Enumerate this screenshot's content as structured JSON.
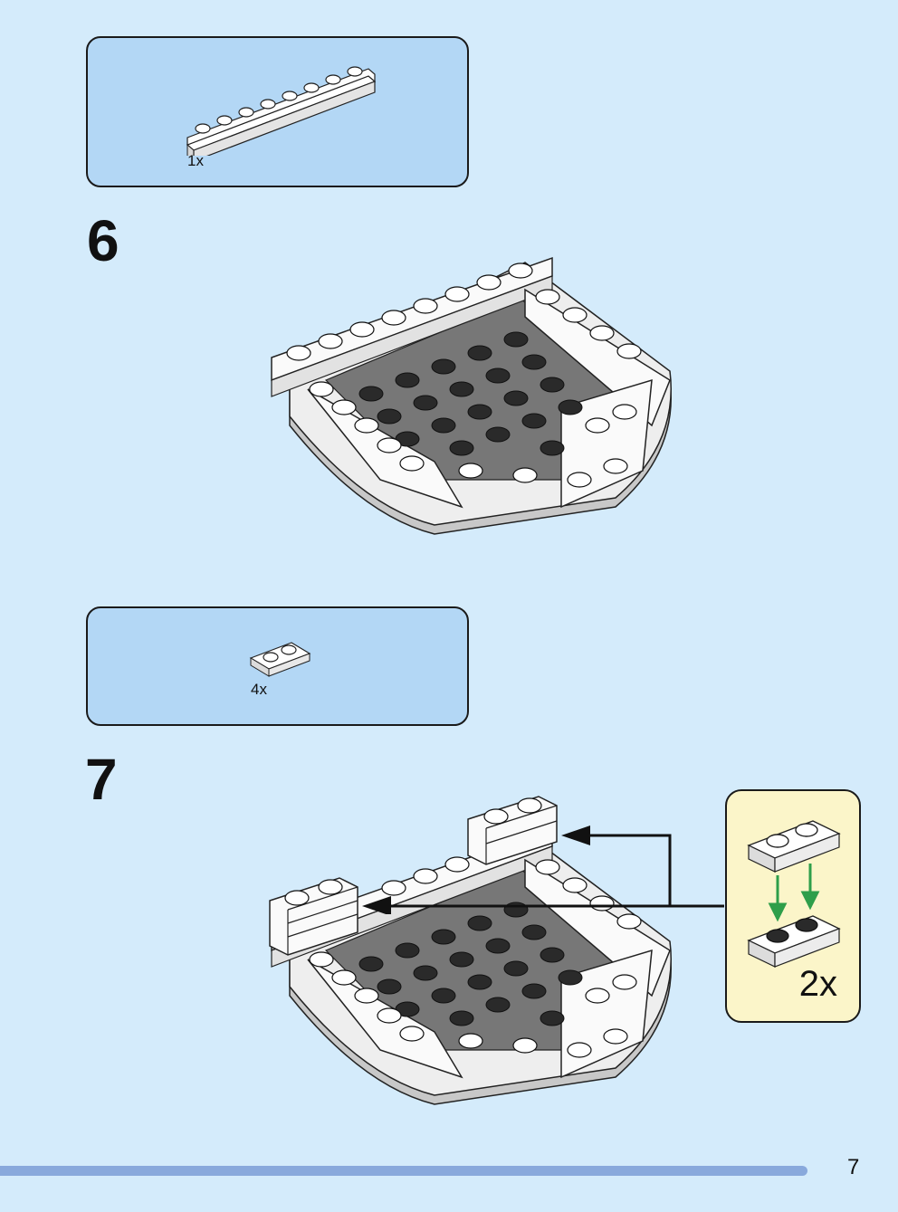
{
  "steps": [
    {
      "number": "6",
      "parts_quantity": "1x",
      "part_name": "plate-1x8-white"
    },
    {
      "number": "7",
      "parts_quantity": "4x",
      "part_name": "plate-1x2-white"
    }
  ],
  "callout": {
    "quantity": "2x"
  },
  "page": {
    "number": "7"
  },
  "colors": {
    "background": "#d4ebfb",
    "parts_box": "#b3d7f5",
    "callout_box": "#fbf5c9",
    "arrow_green": "#2e9e4a",
    "footer_bar": "#89a9dc"
  }
}
